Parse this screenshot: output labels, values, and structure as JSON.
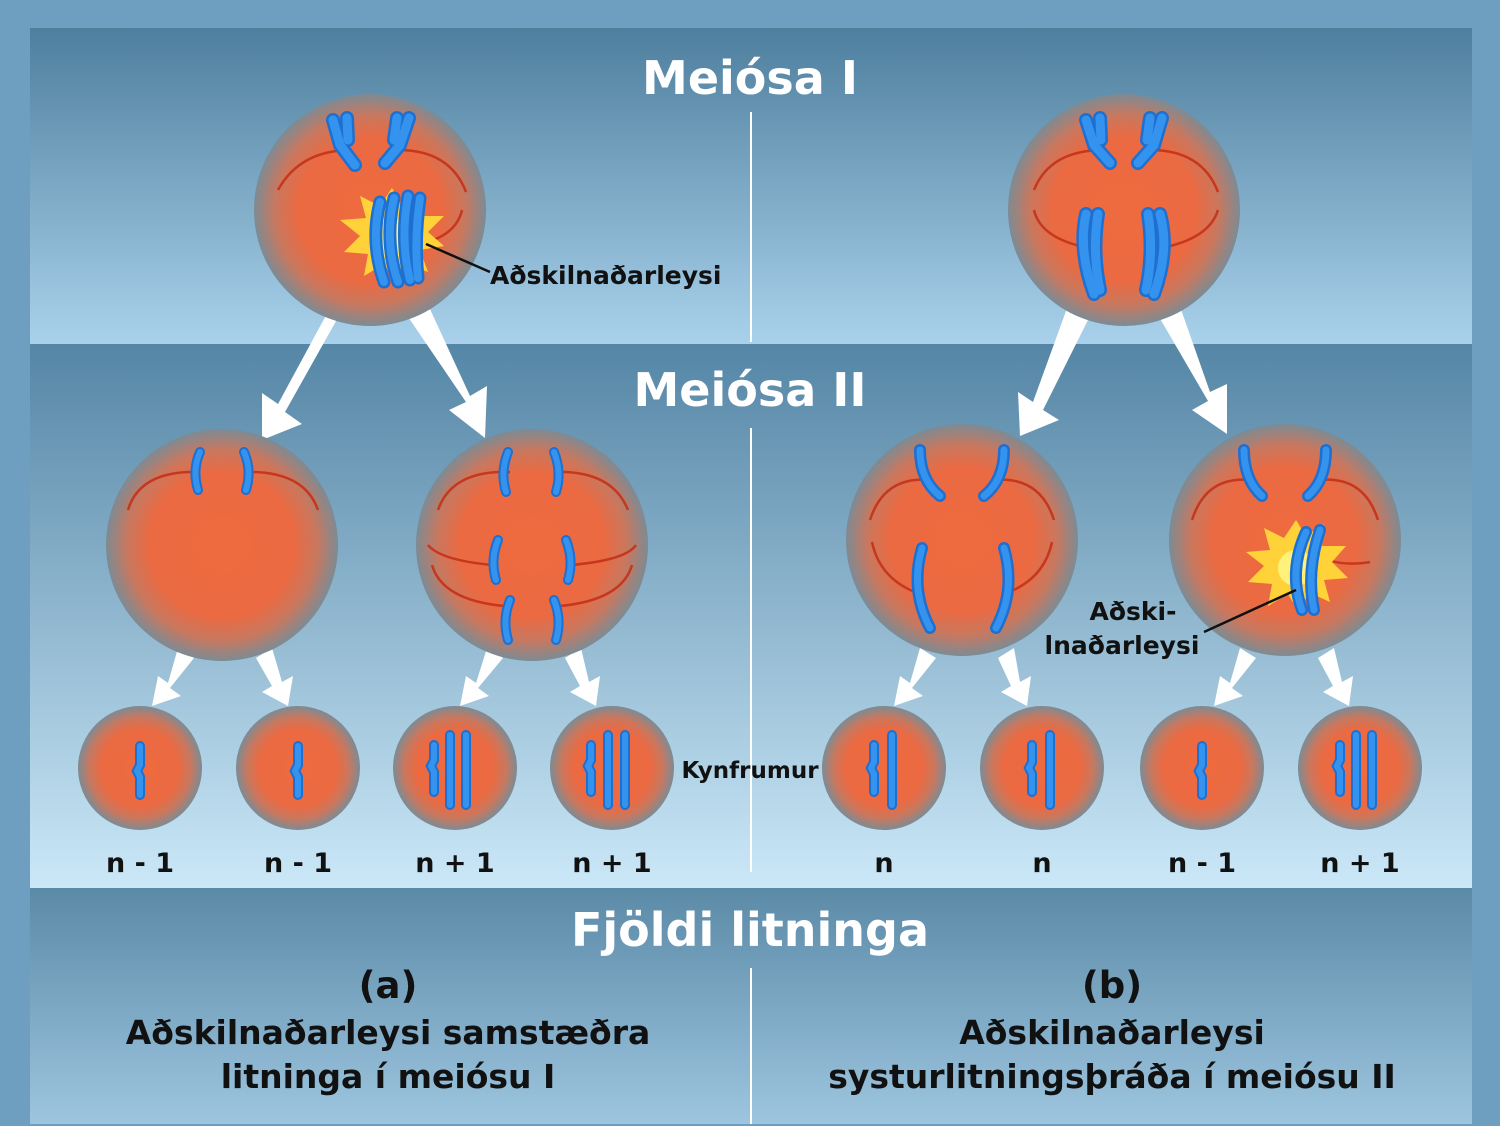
{
  "headers": {
    "meiosis_1": "Meiósa I",
    "meiosis_2": "Meiósa II",
    "chromosome_count": "Fjöldi litninga"
  },
  "labels": {
    "nondisjunction_a": "Aðskilnaðarleysi",
    "nondisjunction_b_line1": "Aðski-",
    "nondisjunction_b_line2": "lnaðarleysi",
    "gametes": "Kynfrumur"
  },
  "panel_a": {
    "counts": [
      "n - 1",
      "n - 1",
      "n + 1",
      "n + 1"
    ],
    "letter": "(a)",
    "caption_line1": "Aðskilnaðarleysi samstæðra",
    "caption_line2": "litninga í meiósu I"
  },
  "panel_b": {
    "counts": [
      "n",
      "n",
      "n - 1",
      "n + 1"
    ],
    "letter": "(b)",
    "caption_line1": "Aðskilnaðarleysi",
    "caption_line2": "systurlitningsþráða í meiósu II"
  },
  "colors": {
    "cell": "#ec6c43",
    "chromosome": "#2f8fe6",
    "spindle": "#c7371d",
    "flash": "#ffe84a",
    "band_top": "#4e7f9e",
    "band_bottom": "#c9e6f7"
  }
}
